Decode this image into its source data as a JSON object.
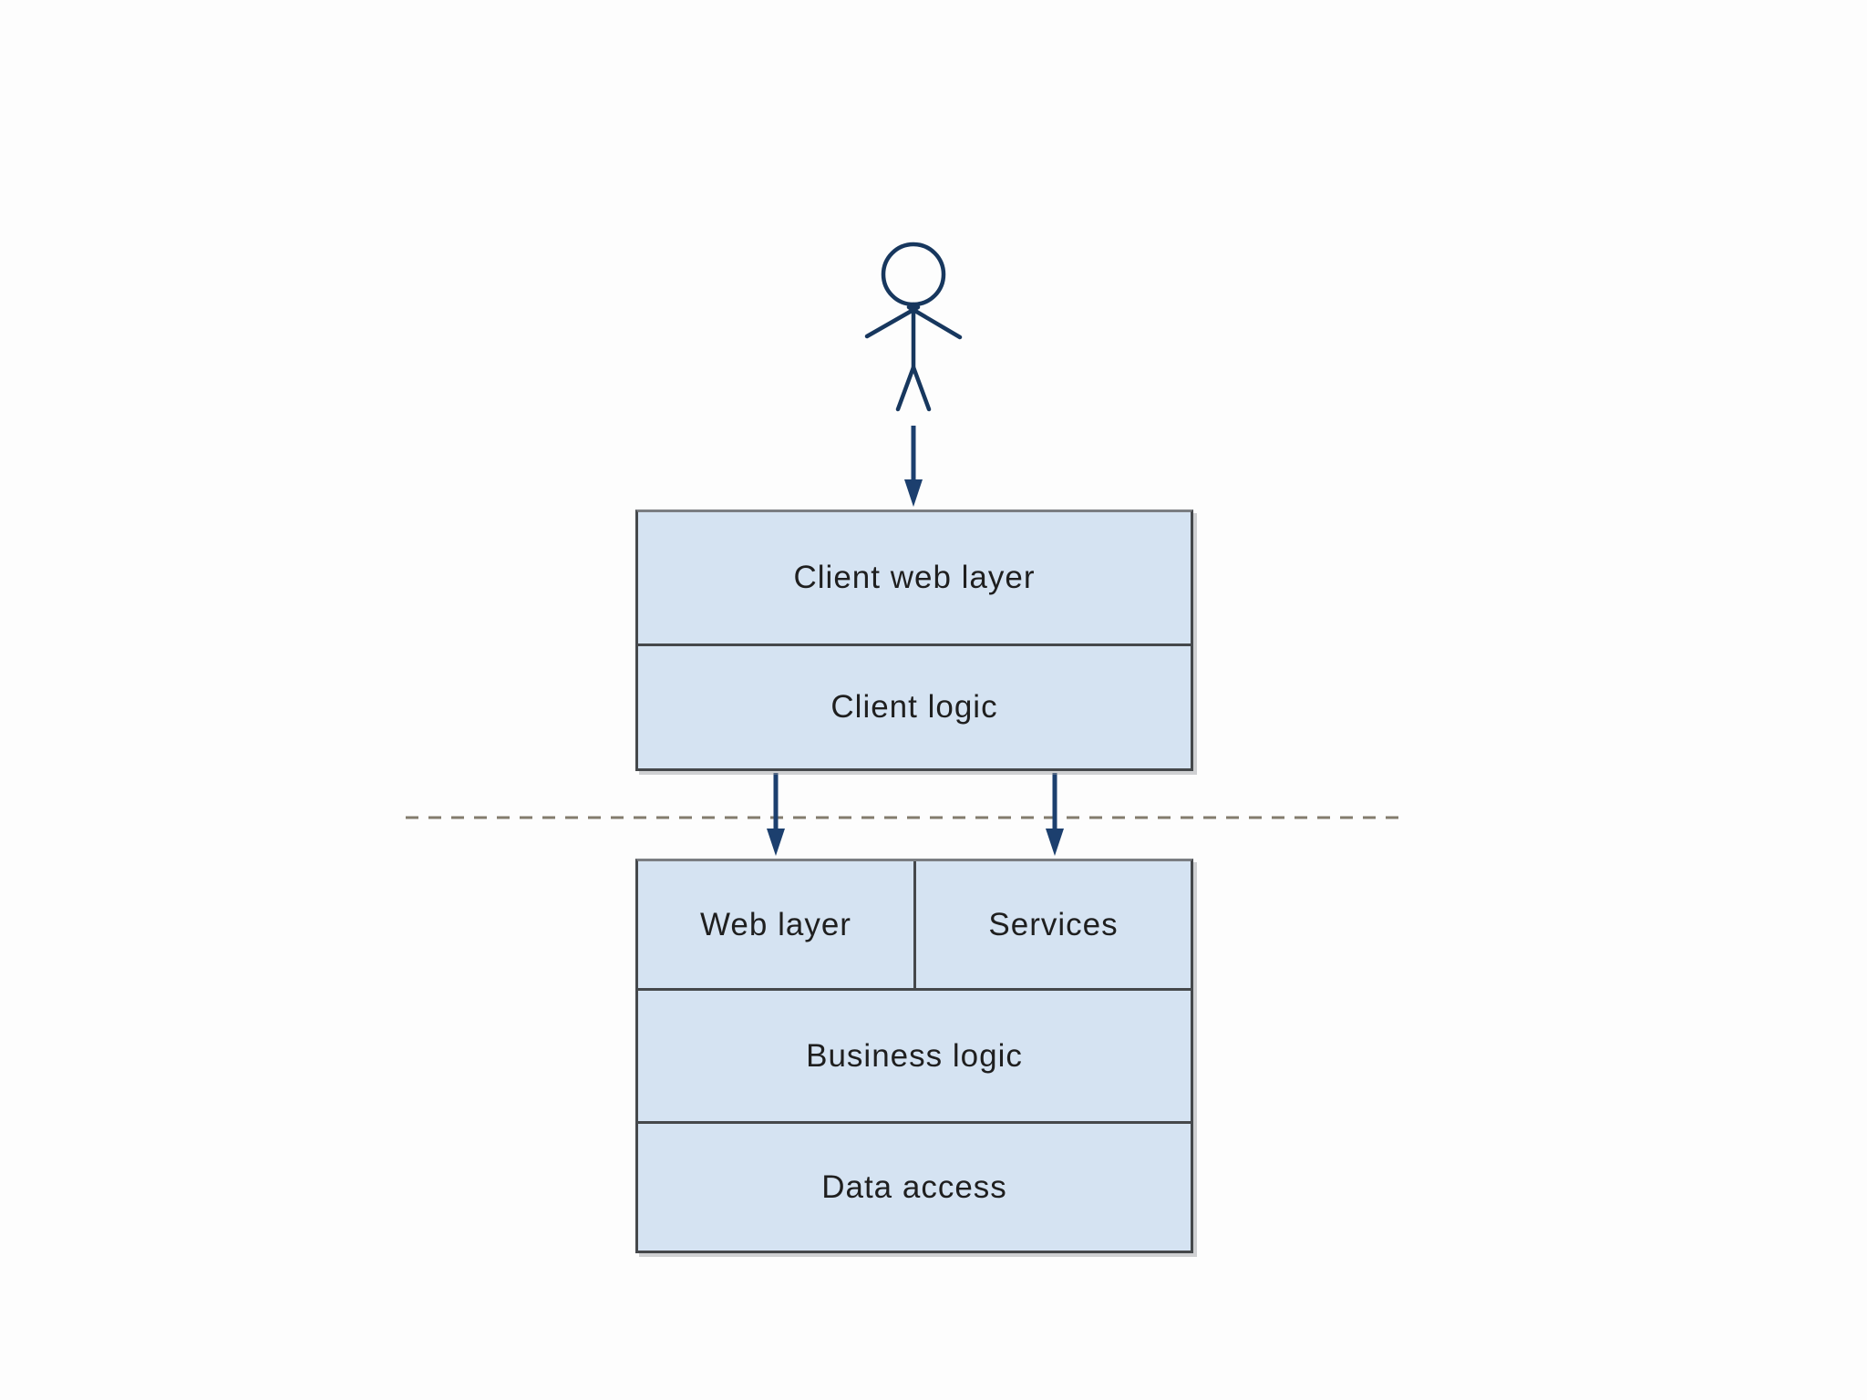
{
  "colors": {
    "box_fill": "#d5e3f2",
    "box_border": "#45484b",
    "box_border_top": "#7b7e82",
    "connector": "#1c3f6e",
    "actor_stroke": "#17375e",
    "boundary_dash": "#837c6d",
    "label_text": "#1f1f1f"
  },
  "diagram": {
    "actor": {
      "icon": "stick-figure-actor-icon"
    },
    "client_box": {
      "layers": [
        {
          "label": "Client web layer"
        },
        {
          "label": "Client logic"
        }
      ]
    },
    "server_box": {
      "top_cells": [
        {
          "label": "Web layer"
        },
        {
          "label": "Services"
        }
      ],
      "layers": [
        {
          "label": "Business logic"
        },
        {
          "label": "Data access"
        }
      ]
    }
  }
}
